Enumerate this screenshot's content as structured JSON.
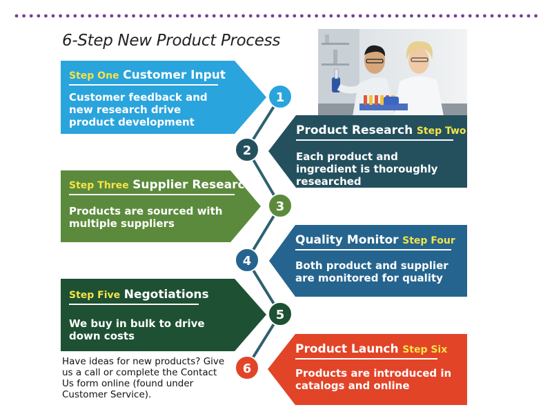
{
  "title": "6-Step New Product Process",
  "note": "Have ideas for new products? Give us a call or complete the Contact Us form online (found under Customer Service).",
  "colors": {
    "dots": "#7b3f98",
    "step1": "#2aa4dc",
    "step2": "#24505e",
    "step3": "#5b8a3c",
    "step4": "#25648e",
    "step5": "#1e5033",
    "step6": "#e24428",
    "step_keyword": "#f5e447"
  },
  "steps": [
    {
      "number": "1",
      "keyword": "Step One",
      "name": "Customer Input",
      "body": "Customer feedback and new research drive product development"
    },
    {
      "number": "2",
      "keyword": "Step Two",
      "name": "Product Research",
      "body": "Each product and ingredient is thoroughly researched"
    },
    {
      "number": "3",
      "keyword": "Step Three",
      "name": "Supplier Research",
      "body": "Products are sourced with multiple suppliers"
    },
    {
      "number": "4",
      "keyword": "Step Four",
      "name": "Quality Monitor",
      "body": "Both product and supplier are monitored for quality"
    },
    {
      "number": "5",
      "keyword": "Step Five",
      "name": "Negotiations",
      "body": "We buy in bulk to drive down costs"
    },
    {
      "number": "6",
      "keyword": "Step Six",
      "name": "Product Launch",
      "body": "Products are introduced in catalogs and online"
    }
  ]
}
